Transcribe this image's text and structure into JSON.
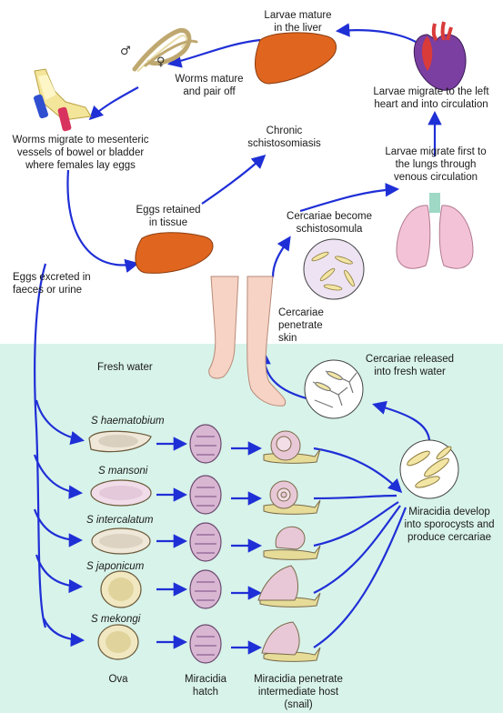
{
  "colors": {
    "water": "#d8f3ea",
    "arrow": "#1f2fd6",
    "liver": "#e0661f",
    "snail_shell": "#e8c8d6",
    "snail_body": "#e6dc98",
    "ova": "#efe7d8",
    "miracidia": "#d9b7d3",
    "skin": "#f6d3c4",
    "lungs": "#f4c2d6"
  },
  "icons": [
    "worms-icon",
    "liver-icon",
    "heart-icon",
    "lungs-icon",
    "legs-icon",
    "bowel-icon",
    "ova-icon",
    "miracidium-icon",
    "snail-icon",
    "sporocyst-icon",
    "cercariae-icon",
    "schistosomula-icon"
  ],
  "labels": {
    "larvae_liver": [
      "Larvae mature",
      "in the liver"
    ],
    "worms_pair": [
      "Worms mature",
      "and pair off"
    ],
    "larvae_heart": [
      "Larvae migrate to the left",
      "heart and into circulation"
    ],
    "worms_migrate": [
      "Worms migrate to mesenteric",
      "vessels of bowel or bladder",
      "where females lay eggs"
    ],
    "chronic": [
      "Chronic",
      "schistosomiasis"
    ],
    "larvae_lungs": [
      "Larvae migrate first to",
      "the lungs through",
      "venous circulation"
    ],
    "eggs_retained": [
      "Eggs retained",
      "in tissue"
    ],
    "cercariae_become": [
      "Cercariae become",
      "schistosomula"
    ],
    "eggs_excreted": [
      "Eggs excreted in",
      "faeces or urine"
    ],
    "cercariae_penetrate": [
      "Cercariae",
      "penetrate",
      "skin"
    ],
    "fresh_water": "Fresh water",
    "cercariae_released": [
      "Cercariae released",
      "into fresh water"
    ],
    "miracidia_develop": [
      "Miracidia develop",
      "into sporocysts and",
      "produce cercariae"
    ],
    "ova": "Ova",
    "miracidia_hatch": [
      "Miracidia",
      "hatch"
    ],
    "miracidia_penetrate": [
      "Miracidia penetrate",
      "intermediate host",
      "(snail)"
    ]
  },
  "species": [
    "S haematobium",
    "S mansoni",
    "S intercalatum",
    "S japonicum",
    "S mekongi"
  ],
  "symbols": {
    "male": "♂",
    "female": "♀"
  }
}
